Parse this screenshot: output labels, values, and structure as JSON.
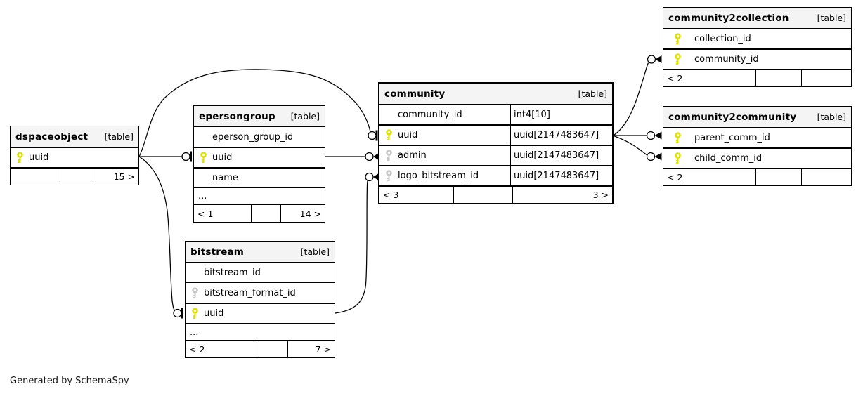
{
  "diagram": {
    "credit": "Generated by SchemaSpy",
    "colors": {
      "header_bg": "#f4f4f4",
      "primary_key": "#e2e200",
      "foreign_key": "#c8c8c8",
      "line": "#000000"
    }
  },
  "tables": {
    "dspaceobject": {
      "title": "dspaceobject",
      "tag": "[table]",
      "rows": [
        {
          "name": "uuid",
          "key": "primary"
        }
      ],
      "footer": {
        "left": "",
        "mid": "",
        "right": "15 >"
      }
    },
    "epersongroup": {
      "title": "epersongroup",
      "tag": "[table]",
      "rows": [
        {
          "name": "eperson_group_id",
          "key": "none"
        },
        {
          "name": "uuid",
          "key": "primary"
        },
        {
          "name": "name",
          "key": "none"
        },
        {
          "name": "...",
          "key": "ellipsis"
        }
      ],
      "footer": {
        "left": "< 1",
        "mid": "",
        "right": "14 >"
      }
    },
    "bitstream": {
      "title": "bitstream",
      "tag": "[table]",
      "rows": [
        {
          "name": "bitstream_id",
          "key": "none"
        },
        {
          "name": "bitstream_format_id",
          "key": "foreign"
        },
        {
          "name": "uuid",
          "key": "primary"
        },
        {
          "name": "...",
          "key": "ellipsis"
        }
      ],
      "footer": {
        "left": "< 2",
        "mid": "",
        "right": "7 >"
      }
    },
    "community": {
      "title": "community",
      "tag": "[table]",
      "rows": [
        {
          "name": "community_id",
          "type": "int4[10]",
          "key": "none"
        },
        {
          "name": "uuid",
          "type": "uuid[2147483647]",
          "key": "primary"
        },
        {
          "name": "admin",
          "type": "uuid[2147483647]",
          "key": "foreign"
        },
        {
          "name": "logo_bitstream_id",
          "type": "uuid[2147483647]",
          "key": "foreign"
        }
      ],
      "footer": {
        "left": "< 3",
        "mid": "",
        "right": "3 >"
      }
    },
    "community2collection": {
      "title": "community2collection",
      "tag": "[table]",
      "rows": [
        {
          "name": "collection_id",
          "key": "primary"
        },
        {
          "name": "community_id",
          "key": "primary"
        }
      ],
      "footer": {
        "left": "< 2",
        "mid": "",
        "right": ""
      }
    },
    "community2community": {
      "title": "community2community",
      "tag": "[table]",
      "rows": [
        {
          "name": "parent_comm_id",
          "key": "primary"
        },
        {
          "name": "child_comm_id",
          "key": "primary"
        }
      ],
      "footer": {
        "left": "< 2",
        "mid": "",
        "right": ""
      }
    }
  },
  "relationships": [
    {
      "from": "dspaceobject.uuid",
      "to": "epersongroup.uuid",
      "end": "zero-or-one"
    },
    {
      "from": "dspaceobject.uuid",
      "to": "community.uuid",
      "end": "zero-or-one"
    },
    {
      "from": "dspaceobject.uuid",
      "to": "bitstream.uuid",
      "end": "zero-or-one"
    },
    {
      "from": "epersongroup.uuid",
      "to": "community.admin",
      "end": "zero-or-many"
    },
    {
      "from": "bitstream.uuid",
      "to": "community.logo_bitstream_id",
      "end": "zero-or-many"
    },
    {
      "from": "community.uuid",
      "to": "community2collection.community_id",
      "end": "zero-or-many"
    },
    {
      "from": "community.uuid",
      "to": "community2community.parent_comm_id",
      "end": "zero-or-many"
    },
    {
      "from": "community.uuid",
      "to": "community2community.child_comm_id",
      "end": "zero-or-many"
    }
  ]
}
